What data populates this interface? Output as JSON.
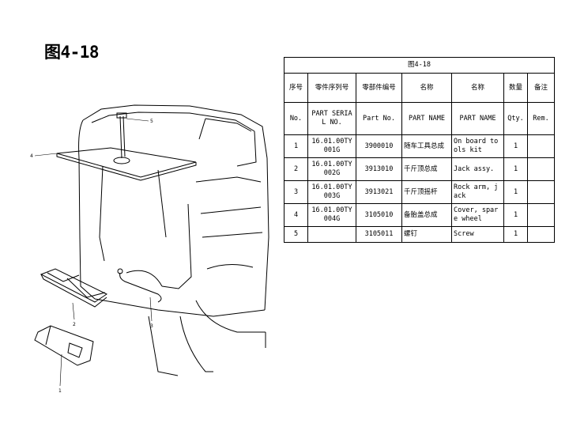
{
  "figure_title": "图4-18",
  "drawing_callouts": [
    "1",
    "2",
    "3",
    "4",
    "5"
  ],
  "table": {
    "caption": "图4-18",
    "headers_zh": [
      "序号",
      "零件序列号",
      "零部件编号",
      "名称",
      "名称",
      "数量",
      "备注"
    ],
    "headers_en": [
      "No.",
      "PART SERIAL NO.",
      "Part No.",
      "PART NAME",
      "PART NAME",
      "Qty.",
      "Rem."
    ],
    "rows": [
      [
        "1",
        "16.01.00TY001G",
        "3900010",
        "随车工具总成",
        "On board tools kit",
        "1",
        ""
      ],
      [
        "2",
        "16.01.00TY002G",
        "3913010",
        "千斤顶总成",
        "Jack assy.",
        "1",
        ""
      ],
      [
        "3",
        "16.01.00TY003G",
        "3913021",
        "千斤顶摇杆",
        "Rock arm, jack",
        "1",
        ""
      ],
      [
        "4",
        "16.01.00TY004G",
        "3105010",
        "备胎盖总成",
        "Cover, spare wheel",
        "1",
        ""
      ],
      [
        "5",
        "",
        "3105011",
        "螺钉",
        "Screw",
        "1",
        ""
      ]
    ]
  }
}
